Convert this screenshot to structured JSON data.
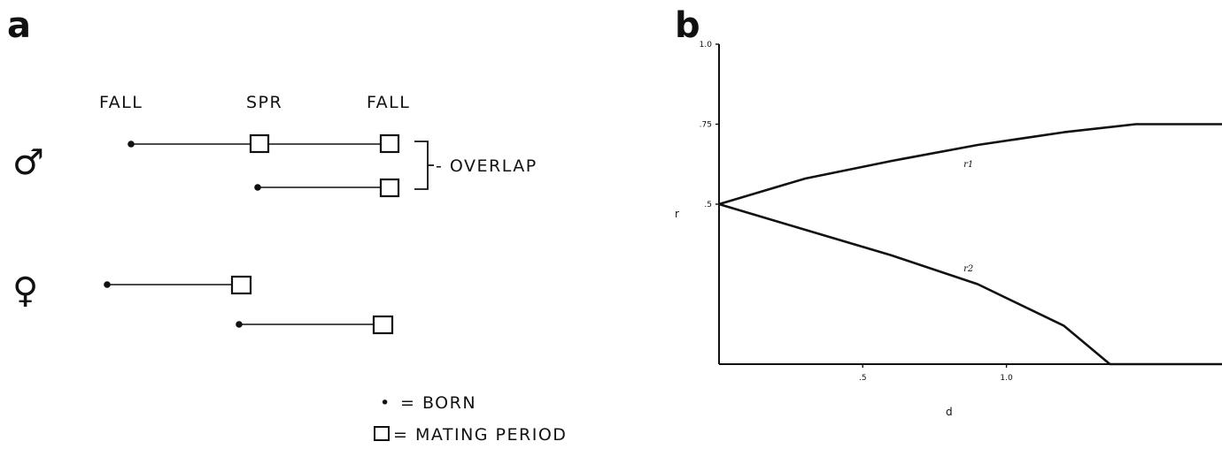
{
  "panel_a": {
    "letter": "a",
    "season_headers": [
      "FALL",
      "SPR",
      "FALL"
    ],
    "male_symbol": "♂",
    "female_symbol": "♀",
    "overlap_label": "- OVERLAP",
    "legend": [
      {
        "symbol": "•",
        "text": "= BORN"
      },
      {
        "symbol": "☐",
        "text": "= MATING PERIOD"
      }
    ]
  },
  "panel_b": {
    "letter": "b"
  },
  "chart_data": {
    "type": "line",
    "title": "",
    "xlabel": "d",
    "ylabel": "r",
    "xlim": [
      0,
      1.75
    ],
    "ylim": [
      0,
      1.0
    ],
    "x_ticks": [
      ".5",
      "1.0"
    ],
    "y_ticks": [
      ".5",
      ".75",
      "1.0"
    ],
    "grid": false,
    "series": [
      {
        "name": "r1",
        "x": [
          0,
          0.3,
          0.6,
          0.9,
          1.2,
          1.45,
          1.75
        ],
        "y": [
          0.5,
          0.58,
          0.635,
          0.685,
          0.725,
          0.75,
          0.75
        ]
      },
      {
        "name": "r2",
        "x": [
          0,
          0.3,
          0.6,
          0.9,
          1.2,
          1.36,
          1.75
        ],
        "y": [
          0.5,
          0.42,
          0.34,
          0.25,
          0.12,
          0.0,
          0.0
        ]
      }
    ]
  }
}
